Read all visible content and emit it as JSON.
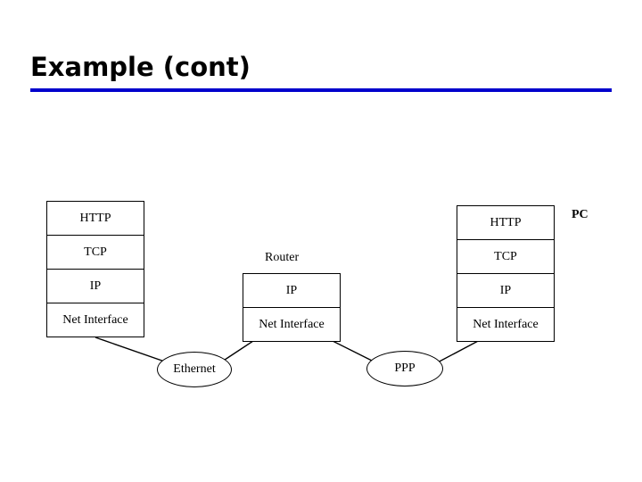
{
  "slide": {
    "title": "Example (cont)",
    "rule_color": "#0000cc"
  },
  "diagram": {
    "left_stack": {
      "layers": [
        "HTTP",
        "TCP",
        "IP",
        "Net Interface"
      ]
    },
    "middle_stack": {
      "title": "Router",
      "layers": [
        "IP",
        "Net Interface"
      ]
    },
    "right_stack": {
      "device_label": "PC",
      "layers": [
        "HTTP",
        "TCP",
        "IP",
        "Net Interface"
      ]
    },
    "links": [
      {
        "label": "Ethernet"
      },
      {
        "label": "PPP"
      }
    ]
  }
}
